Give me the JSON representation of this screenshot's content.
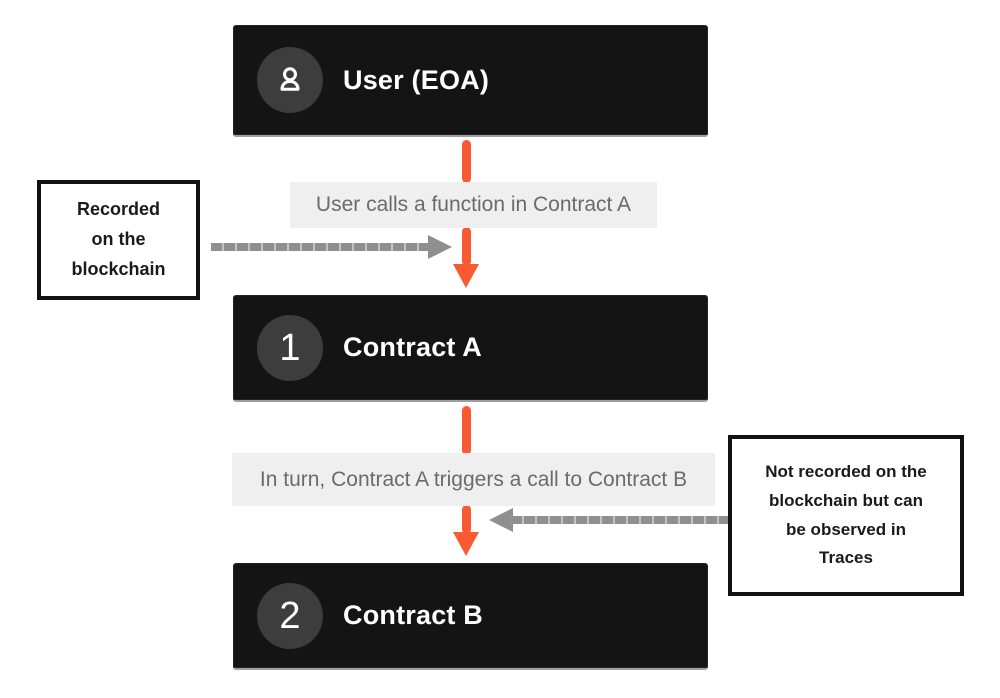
{
  "nodes": {
    "user": {
      "label": "User (EOA)",
      "icon": "user-icon"
    },
    "contract_a": {
      "label": "Contract A",
      "number": "1"
    },
    "contract_b": {
      "label": "Contract B",
      "number": "2"
    }
  },
  "flow_labels": {
    "user_to_a": "User calls a function in Contract A",
    "a_to_b": "In turn, Contract A triggers a call to Contract B"
  },
  "notes": {
    "recorded": "Recorded\non the\nblockchain",
    "not_recorded": "Not recorded on the\nblockchain but can\nbe observed in\nTraces"
  },
  "colors": {
    "accent_orange": "#f95a31",
    "arrow_gray": "#8f8f8f",
    "arrow_gray_light": "#c4c4c4",
    "node_bg": "#141414",
    "badge_bg": "#3d3d3d",
    "label_bg": "#efefef",
    "label_text": "#6b6b6b",
    "note_border": "#111111",
    "note_text": "#1a1a1a",
    "node_edge": "#9e9e9e",
    "page_bg": "#ffffff"
  }
}
